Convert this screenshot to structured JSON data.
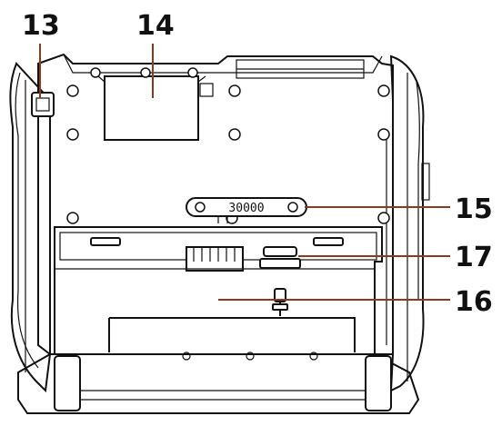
{
  "callouts": [
    {
      "id": "c13",
      "label": "13"
    },
    {
      "id": "c14",
      "label": "14"
    },
    {
      "id": "c15",
      "label": "15"
    },
    {
      "id": "c17",
      "label": "17"
    },
    {
      "id": "c16",
      "label": "16"
    }
  ],
  "device_label": "30000",
  "colors": {
    "outline": "#111111",
    "leader_line": "#8b3a1e",
    "background": "#ffffff"
  }
}
